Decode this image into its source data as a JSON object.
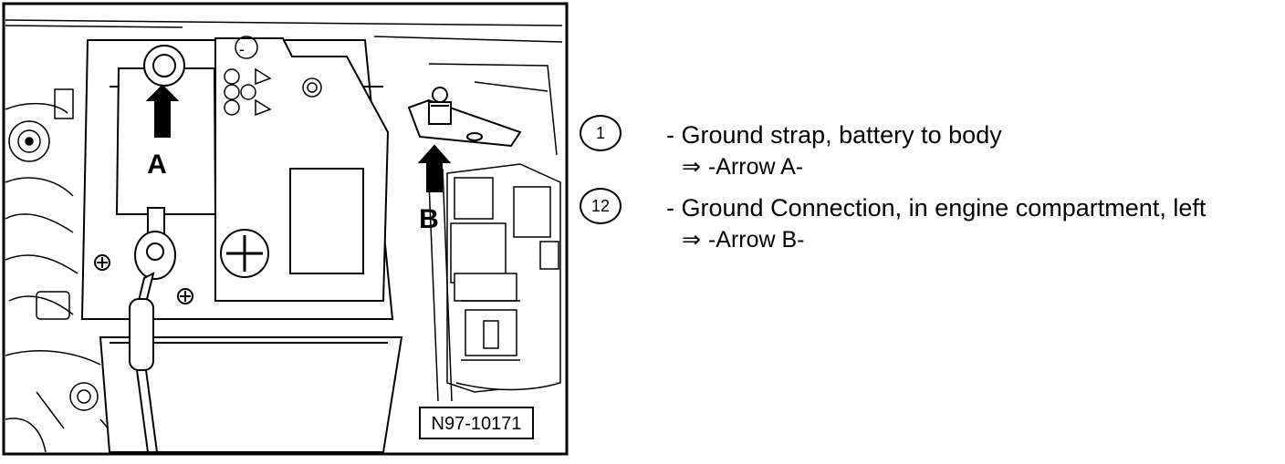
{
  "figure": {
    "id_label": "N97-10171",
    "arrow_labels": {
      "a": "A",
      "b": "B"
    },
    "terminal_symbols": {
      "plus": "+",
      "minus": "-"
    }
  },
  "legend": {
    "items": [
      {
        "number": "1",
        "dash": "-",
        "text": "Ground strap, battery to body",
        "ref_symbol": "⇒",
        "ref": "-Arrow A-"
      },
      {
        "number": "12",
        "dash": "-",
        "text": "Ground Connection, in engine compartment, left",
        "ref_symbol": "⇒",
        "ref": "-Arrow B-"
      }
    ]
  },
  "colors": {
    "line": "#000000",
    "background": "#ffffff"
  }
}
